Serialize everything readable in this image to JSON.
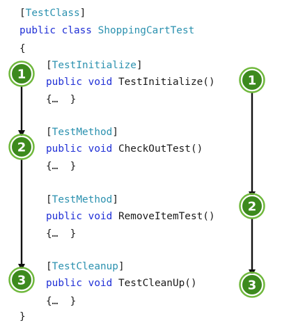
{
  "code": {
    "class_attribute": "TestClass",
    "class_decl_public": "public",
    "class_decl_class": "class",
    "class_name": "ShoppingCartTest",
    "open_brace": "{",
    "close_brace": "}",
    "methods": [
      {
        "attribute": "TestInitialize",
        "public": "public",
        "void": "void",
        "name": "TestInitialize()",
        "body": "{…  }"
      },
      {
        "attribute": "TestMethod",
        "public": "public",
        "void": "void",
        "name": "CheckOutTest()",
        "body": "{…  }"
      },
      {
        "attribute": "TestMethod",
        "public": "public",
        "void": "void",
        "name": "RemoveItemTest()",
        "body": "{…  }"
      },
      {
        "attribute": "TestCleanup",
        "public": "public",
        "void": "void",
        "name": "TestCleanUp()",
        "body": "{…  }"
      }
    ]
  },
  "left_flow": {
    "markers": [
      "1",
      "2",
      "3"
    ]
  },
  "right_flow": {
    "markers": [
      "1",
      "2",
      "3"
    ]
  },
  "colors": {
    "keyword": "#1f2fd6",
    "type": "#2b91af",
    "marker_fill": "#3d8a1e",
    "marker_ring": "#6fb83c",
    "arrow": "#111111"
  }
}
